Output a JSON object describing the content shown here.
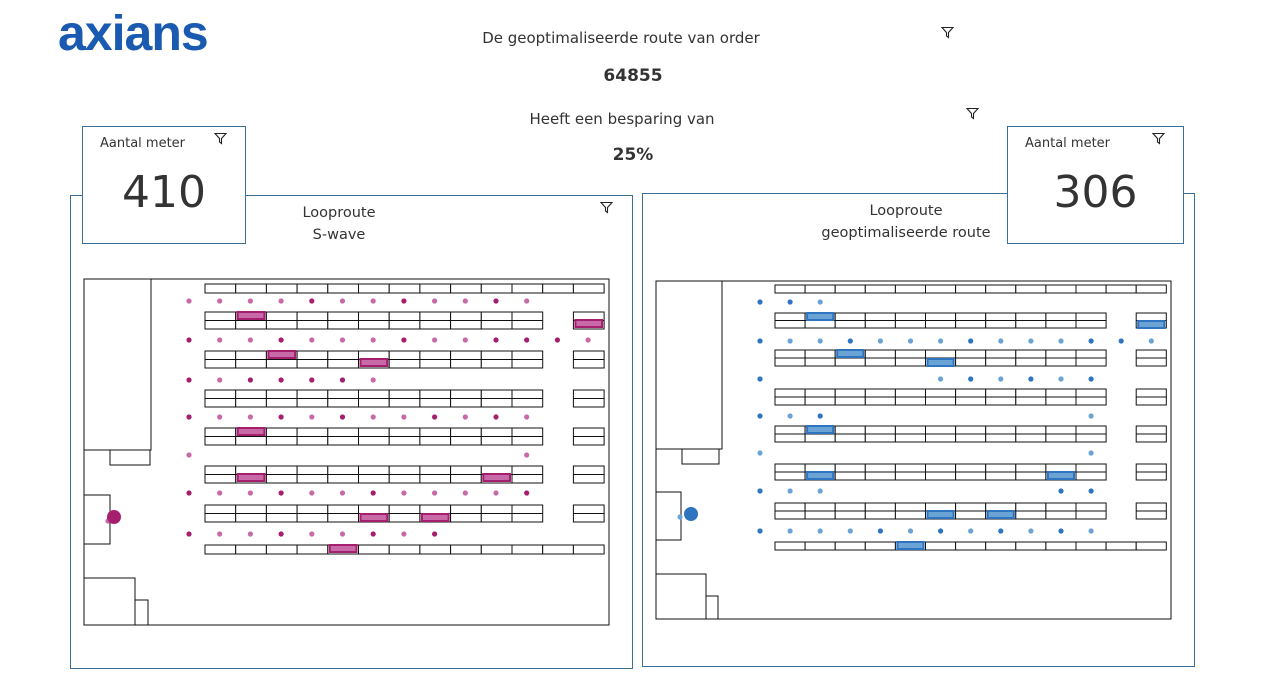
{
  "header": {
    "logo_text": "axians",
    "line1": "De geoptimaliseerde route van order",
    "order_number": "64855",
    "line2": "Heeft een besparing van",
    "saving": "25%"
  },
  "left": {
    "kpi_label": "Aantal meter",
    "kpi_value": "410",
    "title_line1": "Looproute",
    "title_line2": "S-wave",
    "color_dark": "#a61f6e",
    "color_light": "#c96aa8"
  },
  "right": {
    "kpi_label": "Aantal meter",
    "kpi_value": "306",
    "title_line1": "Looproute",
    "title_line2": "geoptimaliseerde route",
    "color_dark": "#2f74c0",
    "color_light": "#6aa3d4"
  },
  "icons": {
    "filter": "filter-icon"
  },
  "colors": {
    "panel_border": "#3a6f98",
    "logo_blue": "#1a5ab0"
  }
}
